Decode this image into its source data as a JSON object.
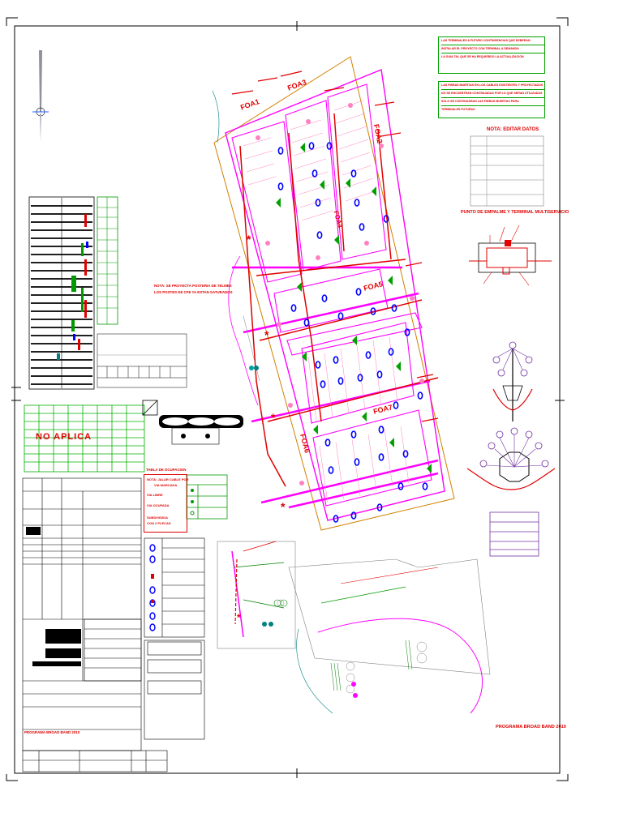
{
  "drawing": {
    "nota_editar": "NOTA: EDITAR DATOS",
    "punto_empalme": "PUNTO DE EMPALME Y TERMINAL MULTISERVICIO",
    "no_aplica": "NO APLICA",
    "programa_right": "PROGRAMA BROAD BAND 2010",
    "programa_left": "PROGRAMA BROAD BAND 2010",
    "tabla_ocupacion": "TABLA DE OCUPACION",
    "nota_jalar": "NOTA: JALAR CABLE POR",
    "via_marcada": "VIA MARCADA",
    "via_libre": "VIA LIBRE",
    "via_ocupada": "VIA OCUPADA",
    "subdividida": "SUBDIVIDIDA",
    "con_plecas": "CON 2 PLECAS",
    "nota_postes_1": "NOTA: SE PROYECTA POSTERIA DE TELMEX",
    "nota_postes_2": "LOS POSTES DE CFE YA ESTAN SATURADOS",
    "foa1": "FOA1",
    "foa2": "FOA2",
    "foa3": "FOA3",
    "foa4": "FOA4",
    "foa5": "FOA5",
    "foa6": "FOA6",
    "foa7": "FOA7"
  },
  "notes_top": [
    "LAS TERMINALES A FUTURO CONTINGENCIAS QUE DEBERAN CUALIFICAR",
    "INSTALAR EL PROYECTO CON TERMINAL A DEMANDA",
    "LA GUIA TAL QUE SE HA REQUERIDO LA ACTUALIZACION"
  ],
  "notes_mid": [
    "LAS FIBRAS MUERTAS EN LOS CABLES EXISTENTES Y PROYECTADOS",
    "NO SE ENCUENTRAN CONTINUADAS POR LO QUE SERAN UTILIZADAS",
    "SOLO SE CONTINUARAN LAS FIBRAS MUERTAS PARA",
    "TERMINALES FUTURAS"
  ],
  "colors": {
    "magenta": "#ff00ff",
    "red": "#e00000",
    "green": "#009900",
    "blue": "#0000ff",
    "orange": "#d08000",
    "purple": "#7030a0",
    "frame": "#000000"
  }
}
